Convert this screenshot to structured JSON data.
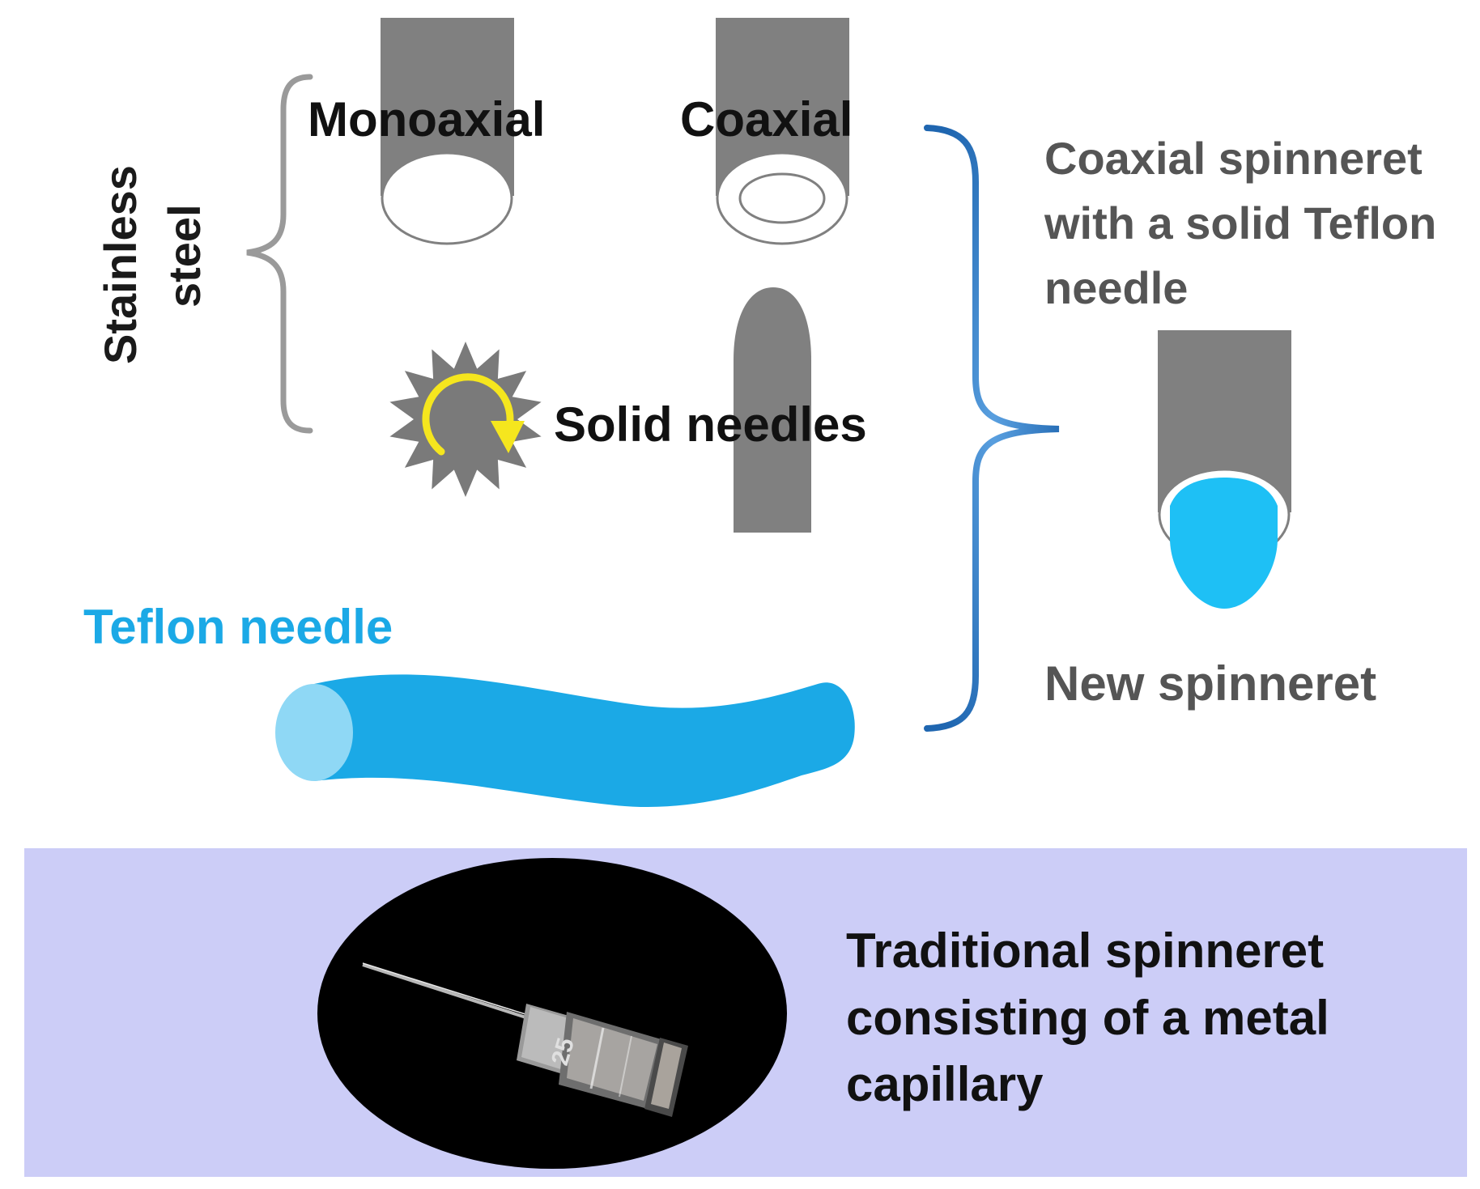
{
  "labels": {
    "stainless": "Stainless",
    "steel": "steel",
    "monoaxial": "Monoaxial",
    "coaxial": "Coaxial",
    "solid_needles": "Solid needles",
    "teflon_needle": "Teflon needle",
    "coaxial_spinneret_line1": "Coaxial spinneret",
    "coaxial_spinneret_line2": "with a solid Teflon",
    "coaxial_spinneret_line3": "needle",
    "new_spinneret": "New spinneret",
    "traditional_line1": "Traditional spinneret",
    "traditional_line2": "consisting of a metal",
    "traditional_line3": "capillary",
    "needle_gauge": "25"
  },
  "colors": {
    "steel_gray": "#808080",
    "teflon_blue": "#1ba9e6",
    "teflon_light": "#8fd8f5",
    "drop_blue": "#1ec0f5",
    "bracket_blue": "#1f66b0",
    "text_gray": "#555555",
    "text_dark": "#111111",
    "panel_lavender": "#cccdf7",
    "sun_yellow": "#f5e61e"
  },
  "icons": {
    "rotate": "rotate-sun-icon",
    "needle_photo": "syringe-needle-icon"
  }
}
